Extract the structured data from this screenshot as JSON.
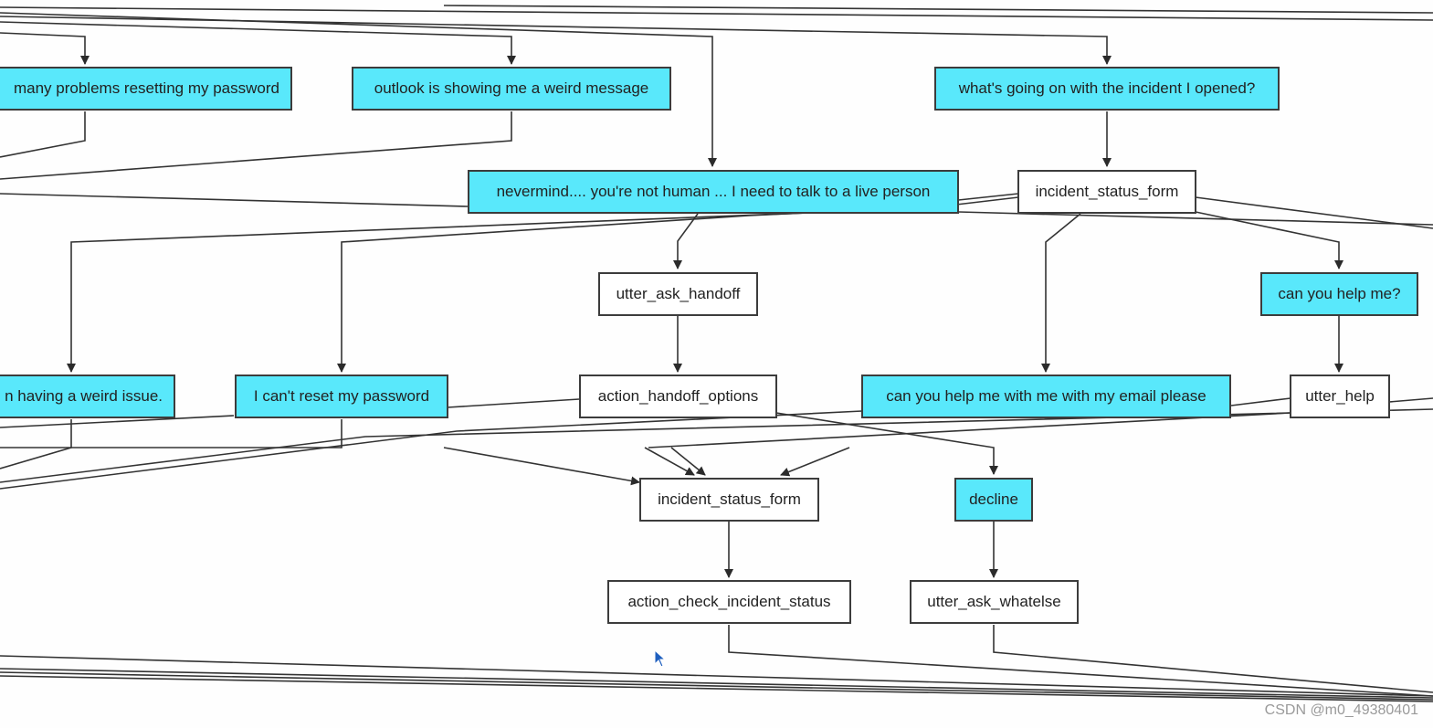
{
  "graph": {
    "nodes": [
      {
        "id": "n_problems_reset",
        "type": "intent",
        "label": "many problems resetting my password"
      },
      {
        "id": "n_outlook_msg",
        "type": "intent",
        "label": "outlook is showing me a weird message"
      },
      {
        "id": "n_incident_opened",
        "type": "intent",
        "label": "what's going on with the incident I opened?"
      },
      {
        "id": "n_nevermind",
        "type": "intent",
        "label": "nevermind.... you're not human ... I need to talk to a live person"
      },
      {
        "id": "n_status_form_top",
        "type": "action",
        "label": "incident_status_form"
      },
      {
        "id": "n_ask_handoff",
        "type": "action",
        "label": "utter_ask_handoff"
      },
      {
        "id": "n_can_help",
        "type": "intent",
        "label": "can you help me?"
      },
      {
        "id": "n_weird_issue",
        "type": "intent",
        "label": "n having a weird issue."
      },
      {
        "id": "n_cant_reset",
        "type": "intent",
        "label": "I can't reset my password"
      },
      {
        "id": "n_handoff_options",
        "type": "action",
        "label": "action_handoff_options"
      },
      {
        "id": "n_help_email",
        "type": "intent",
        "label": "can you help me with me with my email please"
      },
      {
        "id": "n_utter_help",
        "type": "action",
        "label": "utter_help"
      },
      {
        "id": "n_status_form_bottom",
        "type": "action",
        "label": "incident_status_form"
      },
      {
        "id": "n_decline",
        "type": "intent",
        "label": "decline"
      },
      {
        "id": "n_check_status",
        "type": "action",
        "label": "action_check_incident_status"
      },
      {
        "id": "n_ask_whatelse",
        "type": "action",
        "label": "utter_ask_whatelse"
      }
    ],
    "edges": [
      {
        "from": "n_incident_opened",
        "to": "n_status_form_top"
      },
      {
        "from": "n_nevermind",
        "to": "n_ask_handoff"
      },
      {
        "from": "n_ask_handoff",
        "to": "n_handoff_options"
      },
      {
        "from": "n_status_form_top",
        "to": "n_help_email"
      },
      {
        "from": "n_status_form_top",
        "to": "n_can_help"
      },
      {
        "from": "n_can_help",
        "to": "n_utter_help"
      },
      {
        "from": "n_handoff_options",
        "to": "n_decline"
      },
      {
        "from": "n_status_form_bottom",
        "to": "n_check_status"
      },
      {
        "from": "n_decline",
        "to": "n_ask_whatelse"
      }
    ]
  },
  "colors": {
    "intent_fill": "#59e8fb",
    "action_fill": "#ffffff",
    "edge": "#333333"
  },
  "watermark": "CSDN @m0_49380401"
}
